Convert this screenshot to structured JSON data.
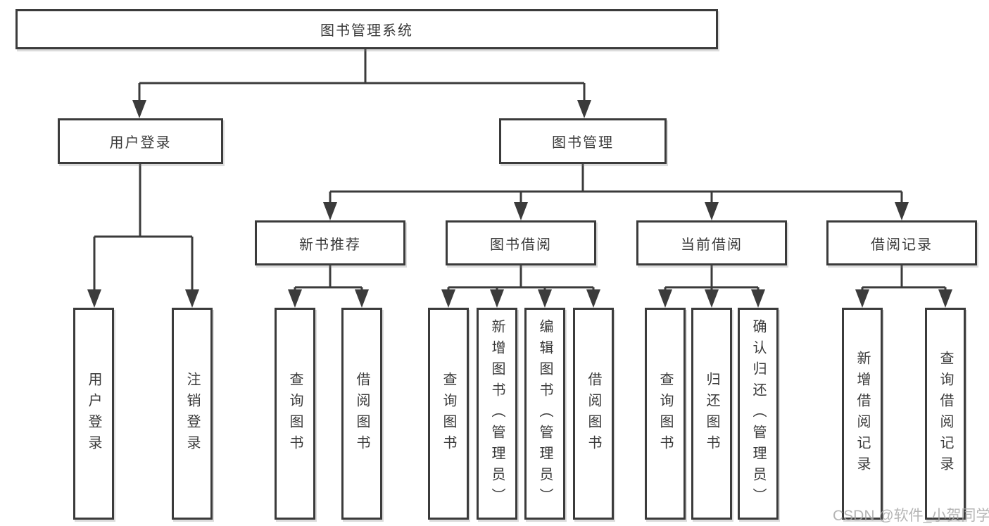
{
  "nodes": {
    "root": "图书管理系统",
    "user_login": "用户登录",
    "book_management": "图书管理",
    "new_book_recommend": "新书推荐",
    "book_borrowing": "图书借阅",
    "current_borrowing": "当前借阅",
    "borrowing_records": "借阅记录",
    "leaf_user_login": "用户登录",
    "leaf_logout": "注销登录",
    "leaf_query_book_1": "查询图书",
    "leaf_borrow_book_1": "借阅图书",
    "leaf_query_book_2": "查询图书",
    "leaf_add_book_admin": "新增图书（管理员）",
    "leaf_edit_book_admin": "编辑图书（管理员）",
    "leaf_borrow_book_2": "借阅图书",
    "leaf_query_book_3": "查询图书",
    "leaf_return_book": "归还图书",
    "leaf_confirm_return_admin": "确认归还（管理员）",
    "leaf_add_borrow_record": "新增借阅记录",
    "leaf_query_borrow_record": "查询借阅记录"
  },
  "watermark": "CSDN @软件_小贺同学",
  "colors": {
    "line": "#3b3b3b",
    "text": "#3a3a3a",
    "background": "#ffffff",
    "watermark": "#a8a8a8"
  }
}
